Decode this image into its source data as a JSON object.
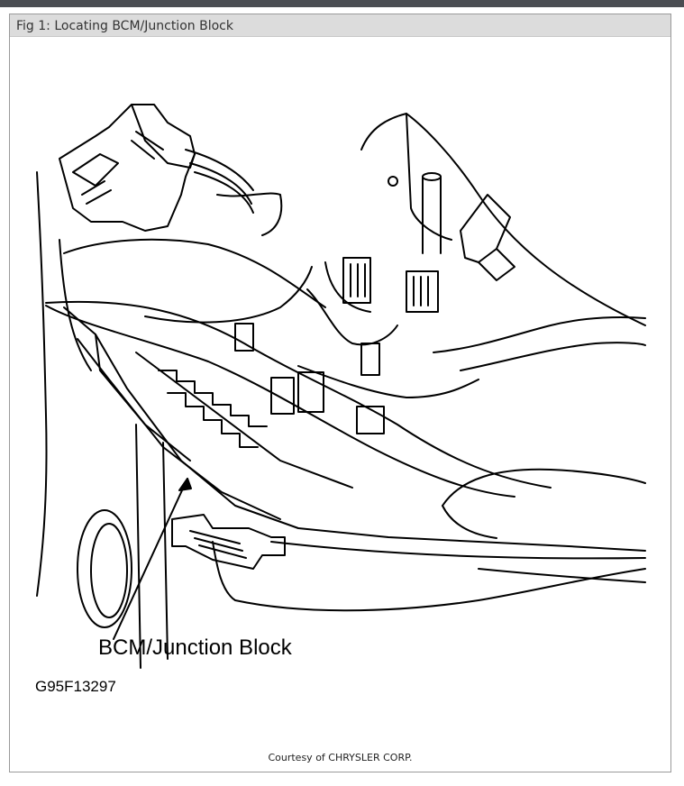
{
  "figure": {
    "caption": "Fig 1: Locating BCM/Junction Block",
    "callout_label": "BCM/Junction Block",
    "figure_code": "G95F13297",
    "courtesy": "Courtesy of CHRYSLER CORP."
  },
  "colors": {
    "top_bar": "#4a4d52",
    "caption_bar": "#dcdcdc",
    "line_art": "#000000",
    "frame_border": "#9a9a9a"
  }
}
